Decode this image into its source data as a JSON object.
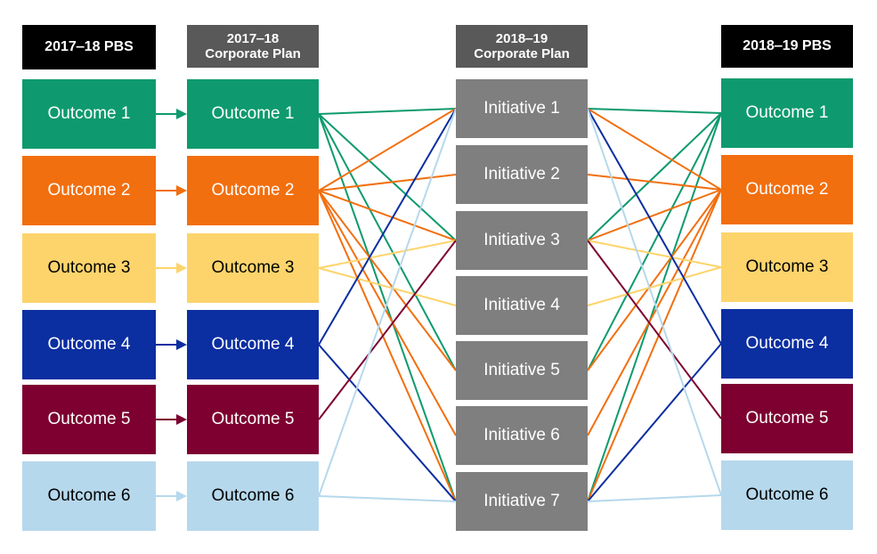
{
  "headers": {
    "col1": "2017‒18 PBS",
    "col2": [
      "2017‒18",
      "Corporate Plan"
    ],
    "col3": [
      "2018‒19",
      "Corporate Plan"
    ],
    "col4": "2018‒19 PBS"
  },
  "colors": {
    "outcome_1": "#0e9a6e",
    "outcome_2": "#f26f0f",
    "outcome_3": "#fdd46b",
    "outcome_4": "#0b2ea1",
    "outcome_5": "#7d0030",
    "outcome_6": "#b6d8ec",
    "initiative": "#7f7f7f"
  },
  "outcomes": [
    {
      "label": "Outcome 1",
      "color": "#0e9a6e",
      "text_color": "#ffffff"
    },
    {
      "label": "Outcome 2",
      "color": "#f26f0f",
      "text_color": "#ffffff"
    },
    {
      "label": "Outcome 3",
      "color": "#fdd46b",
      "text_color": "#000000"
    },
    {
      "label": "Outcome 4",
      "color": "#0b2ea1",
      "text_color": "#ffffff"
    },
    {
      "label": "Outcome 5",
      "color": "#7d0030",
      "text_color": "#ffffff"
    },
    {
      "label": "Outcome 6",
      "color": "#b6d8ec",
      "text_color": "#000000"
    }
  ],
  "initiatives": [
    {
      "label": "Initiative 1"
    },
    {
      "label": "Initiative 2"
    },
    {
      "label": "Initiative 3"
    },
    {
      "label": "Initiative 4"
    },
    {
      "label": "Initiative 5"
    },
    {
      "label": "Initiative 6"
    },
    {
      "label": "Initiative 7"
    }
  ],
  "links_plan_to_initiative": [
    {
      "outcome": 1,
      "initiatives": [
        1,
        3,
        5,
        7
      ]
    },
    {
      "outcome": 2,
      "initiatives": [
        1,
        2,
        3,
        5,
        6,
        7
      ]
    },
    {
      "outcome": 3,
      "initiatives": [
        3,
        4
      ]
    },
    {
      "outcome": 4,
      "initiatives": [
        1,
        7
      ]
    },
    {
      "outcome": 5,
      "initiatives": [
        3
      ]
    },
    {
      "outcome": 6,
      "initiatives": [
        1,
        7
      ]
    }
  ],
  "links_initiative_to_pbs": [
    {
      "outcome": 1,
      "initiatives": [
        1,
        3,
        5,
        7
      ]
    },
    {
      "outcome": 2,
      "initiatives": [
        1,
        2,
        3,
        5,
        6,
        7
      ]
    },
    {
      "outcome": 3,
      "initiatives": [
        3,
        4
      ]
    },
    {
      "outcome": 4,
      "initiatives": [
        1,
        7
      ]
    },
    {
      "outcome": 5,
      "initiatives": [
        3
      ]
    },
    {
      "outcome": 6,
      "initiatives": [
        1,
        7
      ]
    }
  ]
}
